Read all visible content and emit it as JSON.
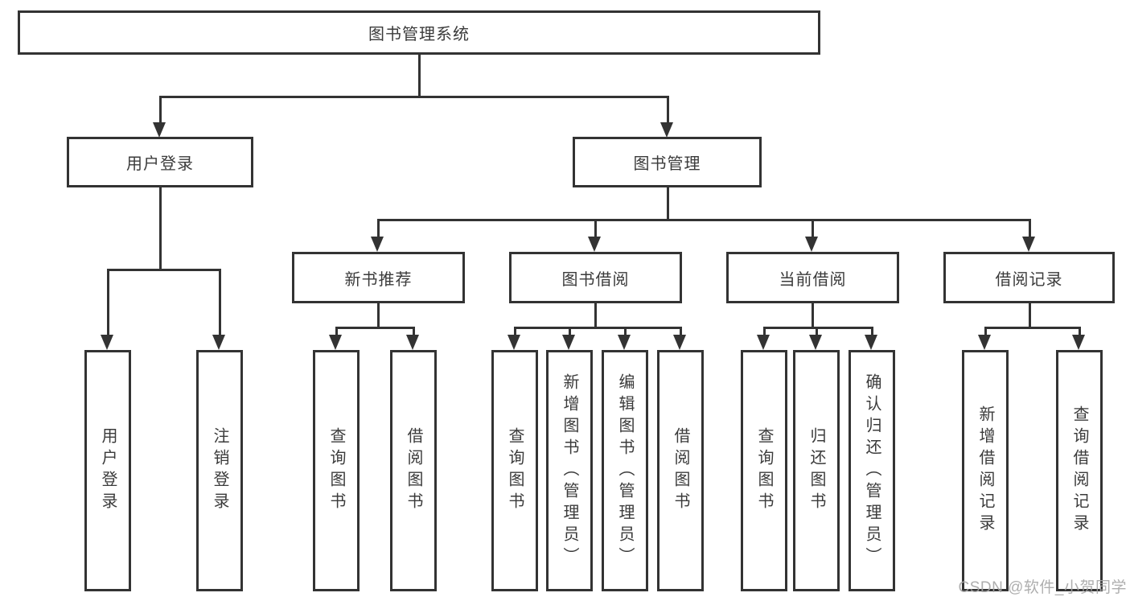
{
  "diagram_title": "图书管理系统",
  "tree": {
    "root": {
      "label": "图书管理系统",
      "children": [
        {
          "label": "用户登录",
          "children": [
            {
              "label": "用户登录"
            },
            {
              "label": "注销登录"
            }
          ]
        },
        {
          "label": "图书管理",
          "children": [
            {
              "label": "新书推荐",
              "children": [
                {
                  "label": "查询图书"
                },
                {
                  "label": "借阅图书"
                }
              ]
            },
            {
              "label": "图书借阅",
              "children": [
                {
                  "label": "查询图书"
                },
                {
                  "label": "新增图书（管理员）"
                },
                {
                  "label": "编辑图书（管理员）"
                },
                {
                  "label": "借阅图书"
                }
              ]
            },
            {
              "label": "当前借阅",
              "children": [
                {
                  "label": "查询图书"
                },
                {
                  "label": "归还图书"
                },
                {
                  "label": "确认归还（管理员）"
                }
              ]
            },
            {
              "label": "借阅记录",
              "children": [
                {
                  "label": "新增借阅记录"
                },
                {
                  "label": "查询借阅记录"
                }
              ]
            }
          ]
        }
      ]
    }
  },
  "watermark": {
    "text": "CSDN @软件_小贺同学",
    "color": "#a6a6a6"
  },
  "colors": {
    "background": "#ffffff",
    "line": "#333333",
    "box_border": "#333333",
    "text": "#3b3b3b"
  }
}
